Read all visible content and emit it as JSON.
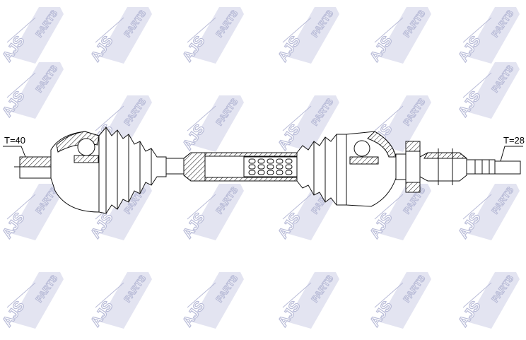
{
  "watermark": {
    "text_main": "AJS",
    "text_sub": "PARTS",
    "color": "#b9bcd8"
  },
  "labels": {
    "left_teeth": "T=40",
    "right_teeth": "T=28"
  },
  "colors": {
    "line": "#111111",
    "hatch": "#111111",
    "background": "#ffffff"
  }
}
